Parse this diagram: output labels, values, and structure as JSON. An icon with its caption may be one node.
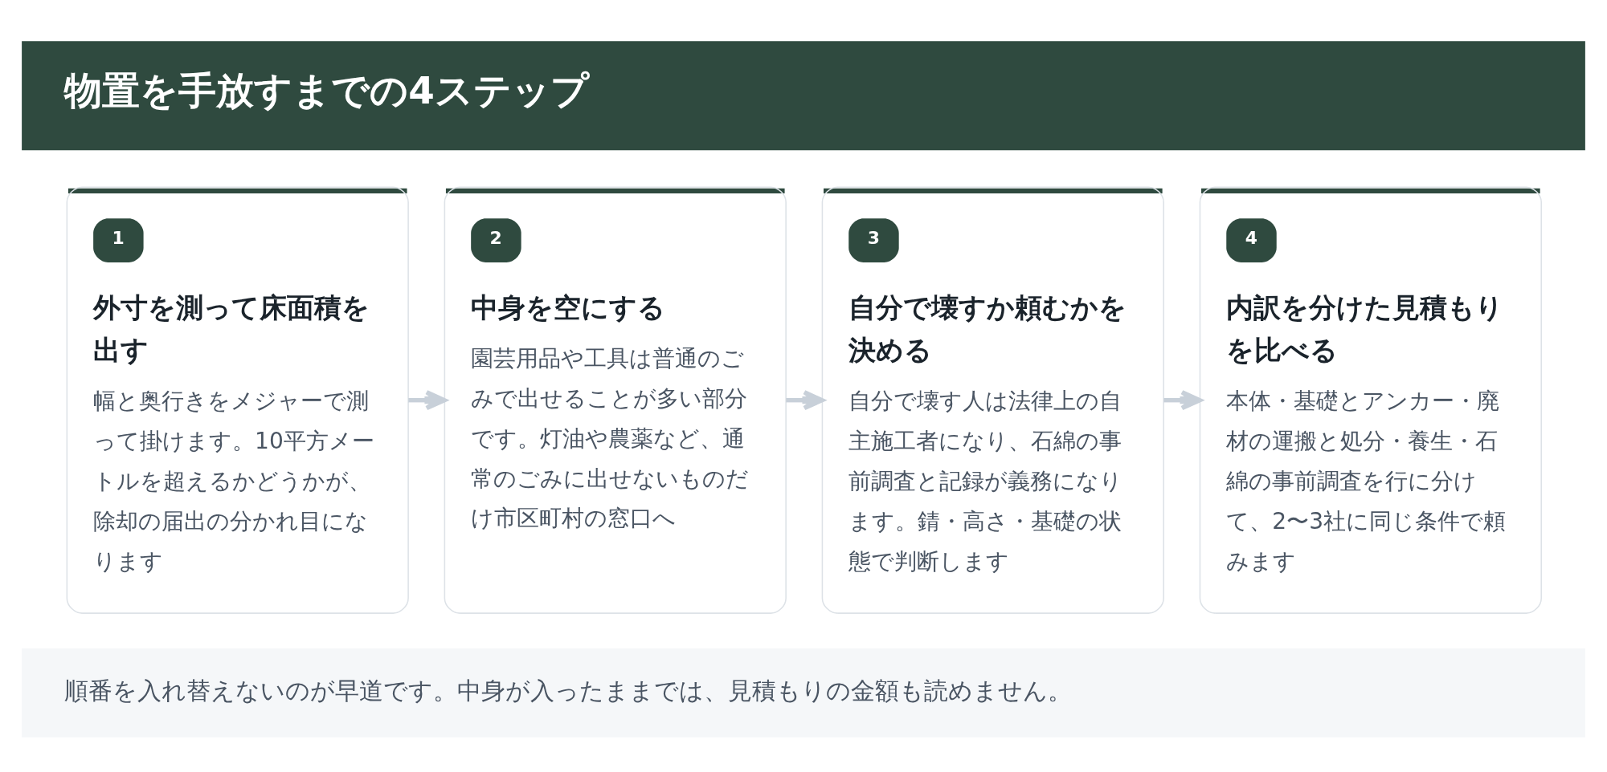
{
  "diagram": {
    "title": "物置を手放すまでの4ステップ",
    "nodes": [
      {
        "text": [
          "1",
          "外寸を測って床面積を出す",
          "幅と奥行きをメジャーで測って掛けます。10平方メートルを超えるかどうかが、除却の届出の分かれ目になります"
        ]
      },
      {
        "text": [
          "2",
          "中身を空にする",
          "園芸用品や工具は普通のごみで出せることが多い部分です。灯油や農薬など、通常のごみに出せないものだけ市区町村の窓口へ"
        ]
      },
      {
        "text": [
          "3",
          "自分で壊すか頼むかを決める",
          "自分で壊す人は法律上の自主施工者になり、石綿の事前調査と記録が義務になります。錆・高さ・基礎の状態で判断します"
        ]
      },
      {
        "text": [
          "4",
          "内訳を分けた見積もりを比べる",
          "本体・基礎とアンカー・廃材の運搬と処分・養生・石綿の事前調査を行に分けて、2〜3社に同じ条件で頼みます"
        ]
      }
    ],
    "edges": [
      {
        "from": 0,
        "to": 1,
        "arrow": "to"
      },
      {
        "from": 1,
        "to": 2,
        "arrow": "to"
      },
      {
        "from": 2,
        "to": 3,
        "arrow": "to"
      }
    ],
    "caption": "順番を入れ替えないのが早道です。中身が入ったままでは、見積もりの金額も読めません。"
  }
}
